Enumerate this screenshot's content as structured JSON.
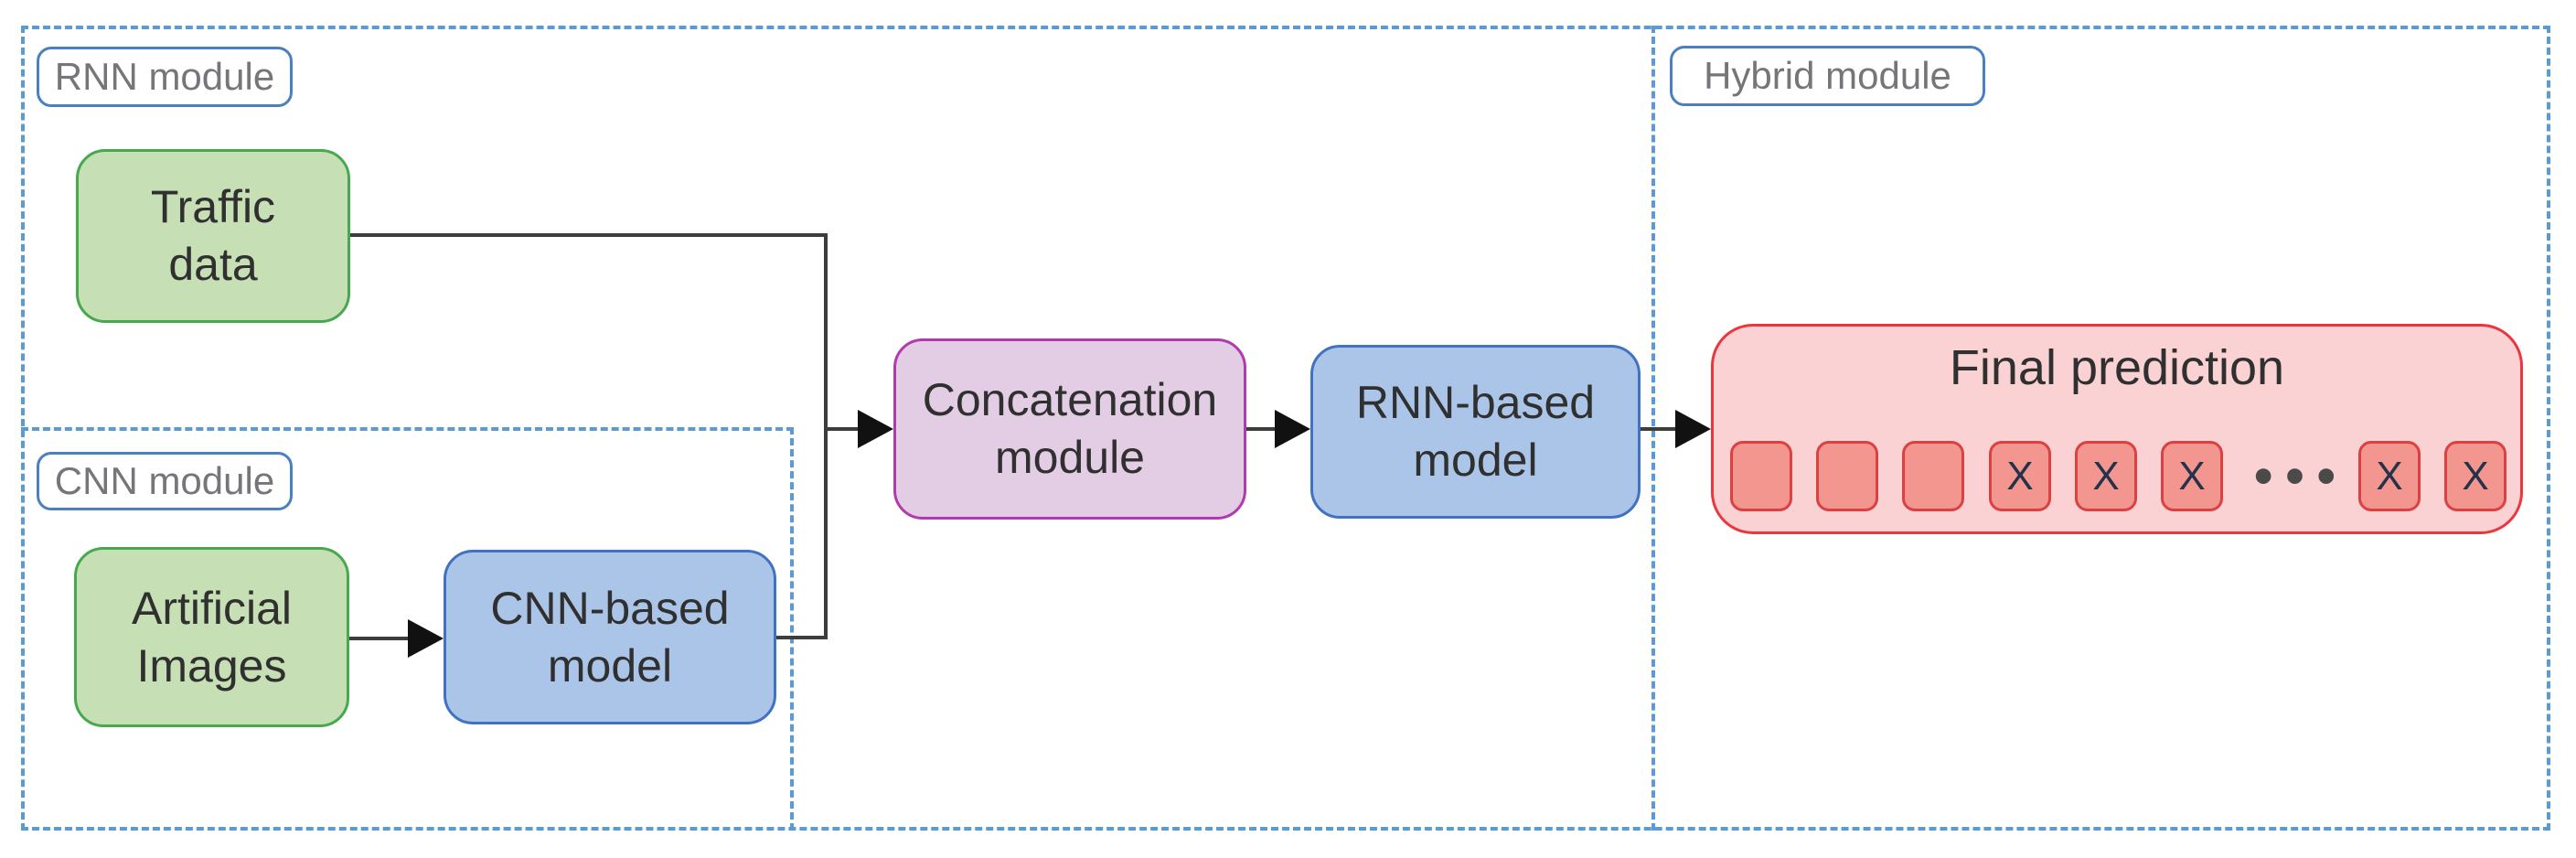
{
  "modules": {
    "rnn": {
      "label": "RNN module"
    },
    "cnn": {
      "label": "CNN module"
    },
    "hybrid": {
      "label": "Hybrid module"
    }
  },
  "nodes": {
    "traffic": {
      "label": "Traffic\ndata"
    },
    "artificial": {
      "label": "Artificial\nImages"
    },
    "cnn_model": {
      "label": "CNN-based\nmodel"
    },
    "concat": {
      "label": "Concatenation\nmodule"
    },
    "rnn_model": {
      "label": "RNN-based\nmodel"
    },
    "final": {
      "title": "Final prediction",
      "cells": [
        {
          "label": ""
        },
        {
          "label": ""
        },
        {
          "label": ""
        },
        {
          "label": "X"
        },
        {
          "label": "X"
        },
        {
          "label": "X"
        },
        {
          "label": "X"
        },
        {
          "label": "X"
        }
      ],
      "ellipsis": "•••"
    }
  },
  "connections": [
    {
      "from": "Traffic data",
      "to": "Concatenation module"
    },
    {
      "from": "Artificial Images",
      "to": "CNN-based model"
    },
    {
      "from": "CNN-based model",
      "to": "Concatenation module"
    },
    {
      "from": "Concatenation module",
      "to": "RNN-based model"
    },
    {
      "from": "RNN-based model",
      "to": "Final prediction"
    }
  ],
  "colors": {
    "background": "#ffffff",
    "region_dash": "#5b9ad3",
    "tag_border": "#4a80c2",
    "tag_text": "#76767a",
    "green_fill": "#c6dfb4",
    "green_border": "#47a94e",
    "blue_fill": "#abc5e9",
    "blue_border": "#4072c2",
    "purple_fill": "#e2cde4",
    "purple_border": "#b13ab1",
    "pink_fill": "#fbd2d4",
    "pink_border": "#ec363d",
    "cell_fill": "#f3968f",
    "cell_border": "#dc4040",
    "node_text": "#303030",
    "x_text": "#25324b",
    "line_color": "#3d3d3d",
    "arrow_color": "#111111",
    "dots_color": "#4a4a4a"
  }
}
